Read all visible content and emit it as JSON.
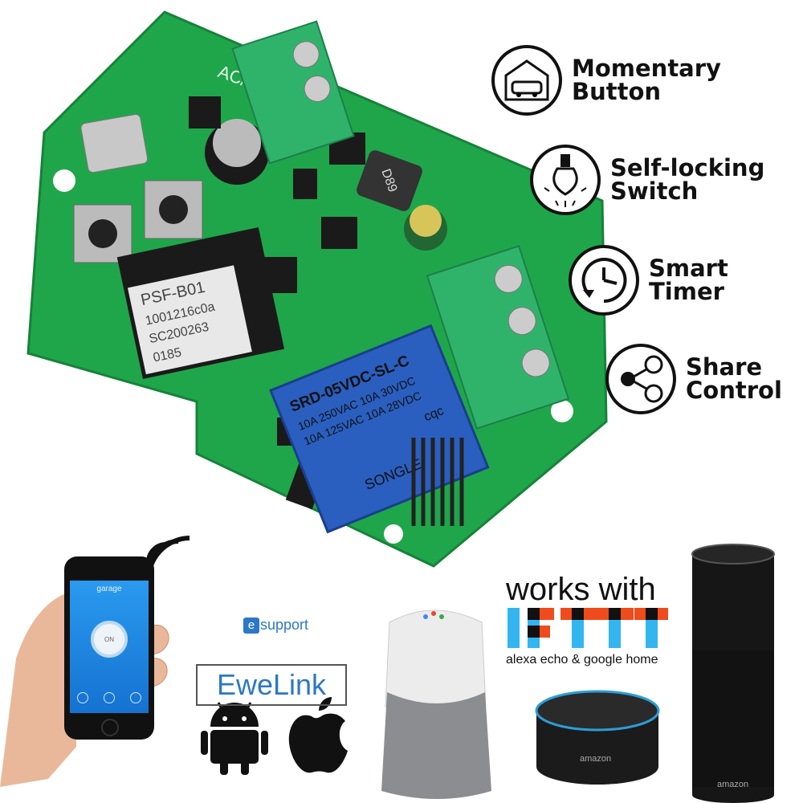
{
  "features": [
    {
      "icon": "garage-car-icon",
      "line1": "Momentary",
      "line2": "Button"
    },
    {
      "icon": "light-bulb-icon",
      "line1": "Self-locking",
      "line2": "Switch"
    },
    {
      "icon": "clock-icon",
      "line1": "Smart",
      "line2": "Timer"
    },
    {
      "icon": "share-icon",
      "line1": "Share",
      "line2": "Control"
    }
  ],
  "board": {
    "silkscreen": "AC/D",
    "inductor": "D89",
    "module_lines": [
      "PSF-B01",
      "1001216c0a",
      "SC200263",
      "0185"
    ],
    "relay_lines": [
      "SRD-05VDC-SL-C",
      "10A 250VAC  10A 30VDC",
      "10A 125VAC  10A 28VDC"
    ],
    "relay_brand": "SONGLE",
    "relay_mark": "cqc"
  },
  "phone": {
    "app_title": "garage",
    "button_label": "ON"
  },
  "ewelink": {
    "support_e": "e",
    "support_text": "support",
    "brand": "EweLink"
  },
  "ifttt": {
    "heading": "works with",
    "logo": "IFTTT",
    "tagline": "alexa echo & google home"
  },
  "speakers": {
    "echo_dot_brand": "amazon",
    "echo_brand": "amazon"
  },
  "colors": {
    "pcb": "#1fa64a",
    "terminal": "#2fb36a",
    "relay": "#2a5fc0",
    "ifttt_blue": "#33b5f0",
    "ifttt_red": "#f04b1c",
    "phone_screen": "#1e8ee8"
  }
}
